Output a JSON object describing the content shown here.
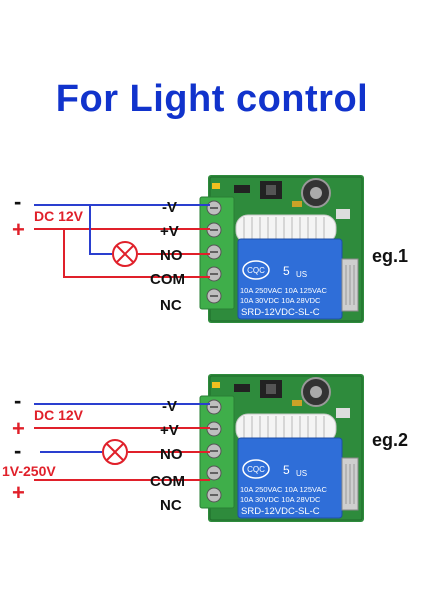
{
  "title": "For Light control",
  "diagram1": {
    "sign_minus": "-",
    "sign_plus": "+",
    "supply": "DC 12V",
    "pins": [
      "-V",
      "+V",
      "NO",
      "COM",
      "NC"
    ],
    "example": "eg.1"
  },
  "diagram2": {
    "sign_minus": "-",
    "sign_plus": "+",
    "supply": "DC 12V",
    "load_minus": "-",
    "load_plus": "+",
    "load_supply": "1V-250V",
    "pins": [
      "-V",
      "+V",
      "NO",
      "COM",
      "NC"
    ],
    "example": "eg.2"
  },
  "relay": {
    "brand_mark": "CQC",
    "line1": "10A 250VAC  10A 125VAC",
    "line2": "10A  30VDC  10A  28VDC",
    "model": "SRD-12VDC-SL-C",
    "cert_number": "5",
    "cert_mark": "US"
  },
  "colors": {
    "title": "#1133cc",
    "wire_blue": "#2a3fcf",
    "wire_red": "#e0202a",
    "board_green": "#2e8b3c",
    "terminal_green": "#3fae4a",
    "relay_blue": "#2f6ed8"
  }
}
